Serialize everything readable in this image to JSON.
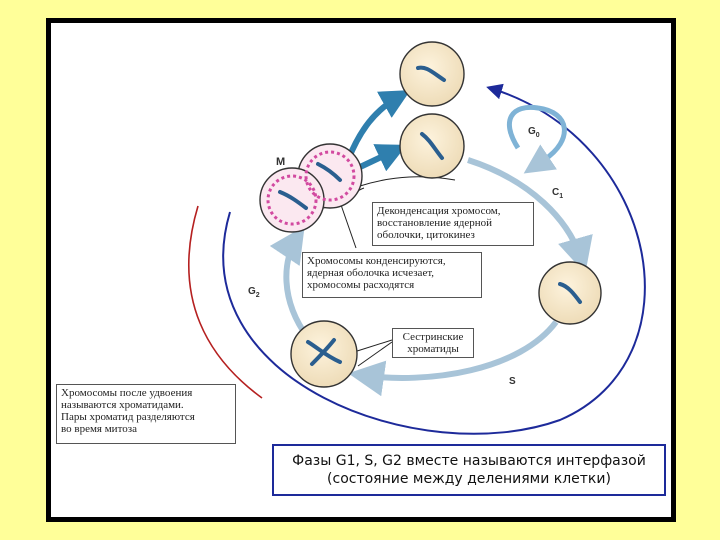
{
  "labels": {
    "m": "M",
    "g0": "G",
    "g0_sub": "0",
    "g1": "C",
    "g1_sub": "1",
    "s": "S",
    "g2": "G",
    "g2_sub": "2"
  },
  "annotations": {
    "decondensation": "Деконденсация хромосом,\nвосстановление ядерной\nоболочки, цитокинез",
    "condensation": "Хромосомы конденсируются,\nядерная оболочка исчезает,\nхромосомы расходятся",
    "sister": "Сестринские\nхроматиды",
    "chromatids": "Хромосомы после удвоения\nназываются хроматидами.\nПары хроматид разделяются\nво время митоза"
  },
  "summary": {
    "line1": "Фазы G1, S, G2 вместе называются интерфазой",
    "line2": "(состояние между делениями клетки)"
  }
}
